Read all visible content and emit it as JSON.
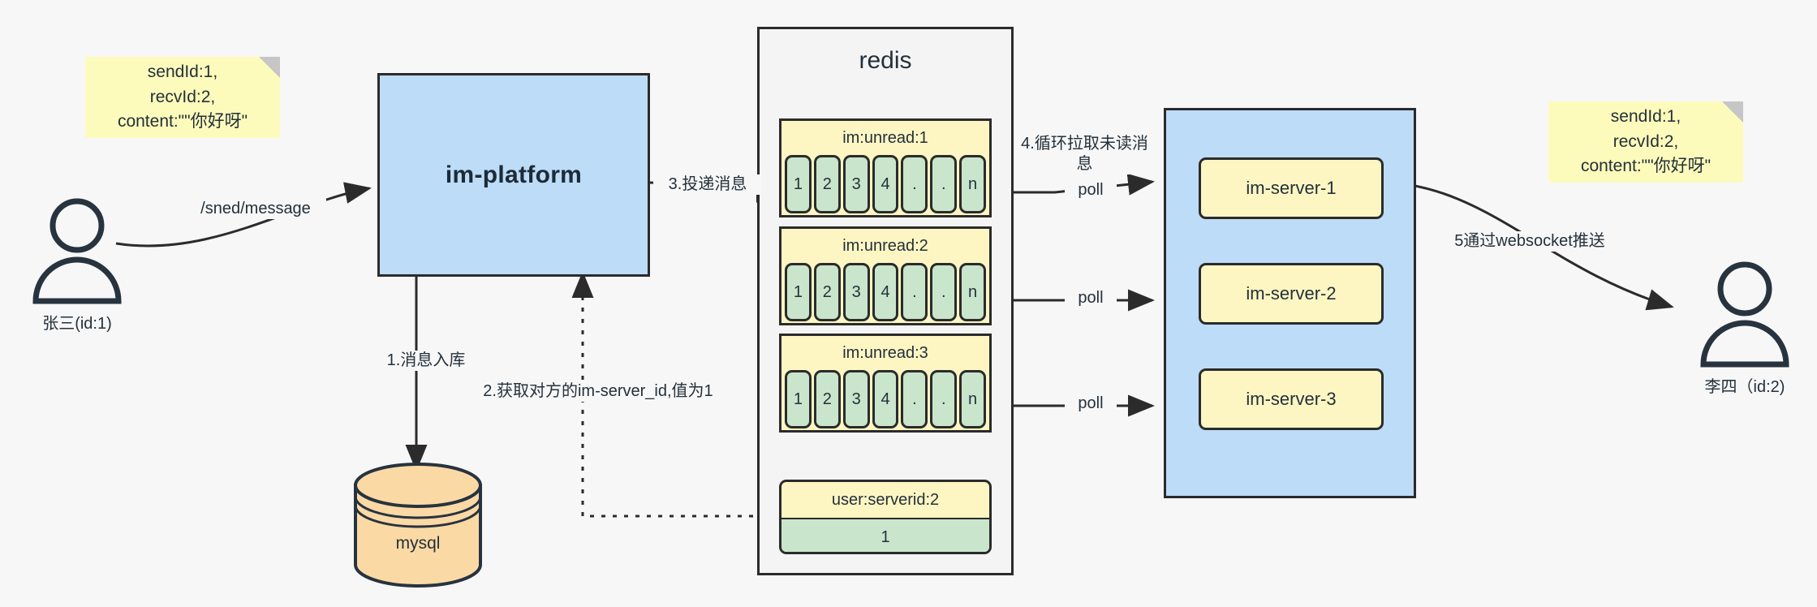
{
  "diagram": {
    "title": "IM message delivery architecture",
    "colors": {
      "blue": "#bcdcf8",
      "yellow_note": "#fdfbbb",
      "yellow_box": "#fdf6c3",
      "green": "#c9e5cc",
      "orange": "#fbd9a5",
      "stroke": "#2b2b2b",
      "background": "#f7f7f7"
    }
  },
  "notes": {
    "left": "sendId:1,\nrecvId:2,\ncontent:\"\"你好呀\"",
    "right": "sendId:1,\nrecvId:2,\ncontent:\"\"你好呀\""
  },
  "actors": {
    "sender": {
      "label": "张三(id:1)",
      "icon": "user-icon"
    },
    "receiver": {
      "label": "李四（id:2)",
      "icon": "user-icon"
    }
  },
  "platform": {
    "label": "im-platform"
  },
  "database": {
    "label": "mysql",
    "icon": "database-cylinder-icon"
  },
  "redis": {
    "title": "redis",
    "queues": [
      {
        "key": "im:unread:1",
        "cells": [
          "1",
          "2",
          "3",
          "4",
          ".",
          ".",
          "n"
        ]
      },
      {
        "key": "im:unread:2",
        "cells": [
          "1",
          "2",
          "3",
          "4",
          ".",
          ".",
          "n"
        ]
      },
      {
        "key": "im:unread:3",
        "cells": [
          "1",
          "2",
          "3",
          "4",
          ".",
          ".",
          "n"
        ]
      }
    ],
    "kv": {
      "key": "user:serverid:2",
      "value": "1"
    }
  },
  "servers": {
    "items": [
      {
        "label": "im-server-1"
      },
      {
        "label": "im-server-2"
      },
      {
        "label": "im-server-3"
      }
    ]
  },
  "edges": {
    "send_message": "/sned/message",
    "step1": "1.消息入库",
    "step2": "2.获取对方的im-server_id,值为1",
    "step3": "3.投递消息",
    "step4": "4.循环拉取未读消\n息",
    "poll1": "poll",
    "poll2": "poll",
    "poll3": "poll",
    "step5": "5通过websocket推送"
  }
}
